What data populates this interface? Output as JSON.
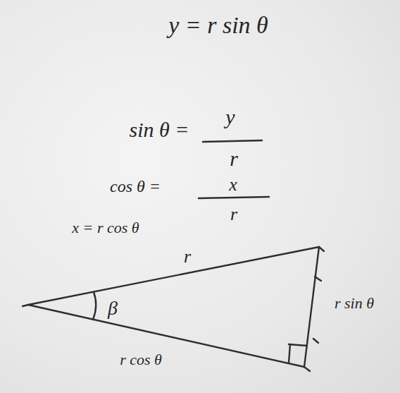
{
  "diagram": {
    "labels": [
      "y = r sin θ",
      "sin θ =",
      "y",
      "r",
      "cos θ =",
      "x",
      "r",
      "x = r cos θ",
      "r",
      "β",
      "r sin θ",
      "r cos θ"
    ]
  }
}
